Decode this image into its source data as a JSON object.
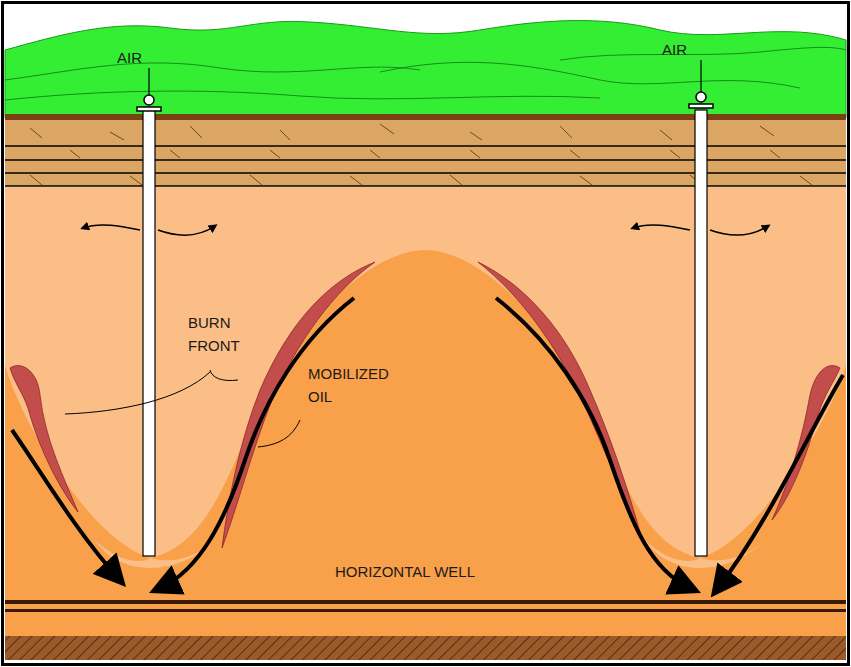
{
  "diagram": {
    "labels": [
      "AIR",
      "AIR",
      "BURN FRONT",
      "MOBILIZED OIL",
      "HORIZONTAL WELL"
    ]
  }
}
